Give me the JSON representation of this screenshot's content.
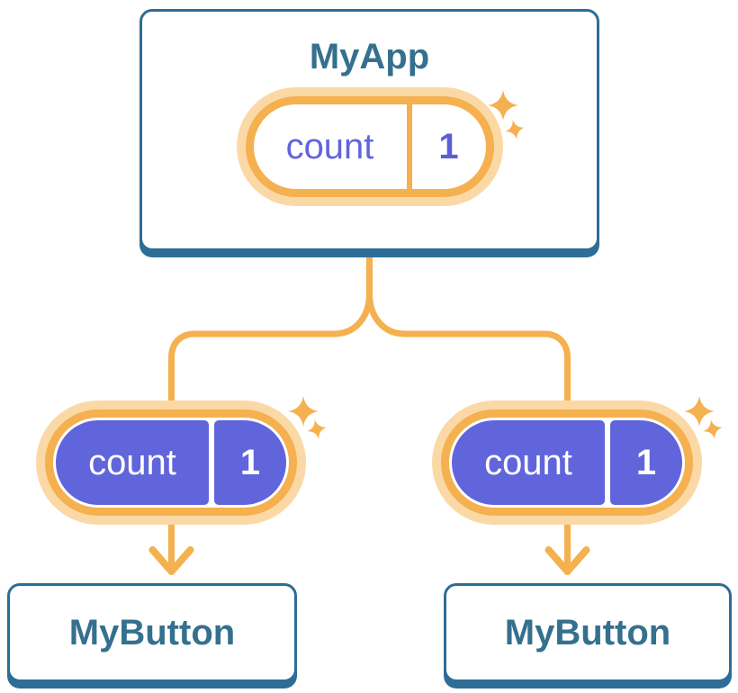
{
  "root_card": {
    "title": "MyApp",
    "state_pill": {
      "label": "count",
      "value": "1"
    }
  },
  "child_pills": [
    {
      "label": "count",
      "value": "1"
    },
    {
      "label": "count",
      "value": "1"
    }
  ],
  "child_cards": [
    {
      "title": "MyButton"
    },
    {
      "title": "MyButton"
    }
  ],
  "colors": {
    "card_border_blue": "#2E6D96",
    "title_blue": "#35708E",
    "accent_orange": "#F5B04F",
    "glow_orange": "#FBD9A6",
    "state_purple": "#6165DB",
    "pill_text_white": "#FFFFFF",
    "background": "#FFFFFF"
  }
}
